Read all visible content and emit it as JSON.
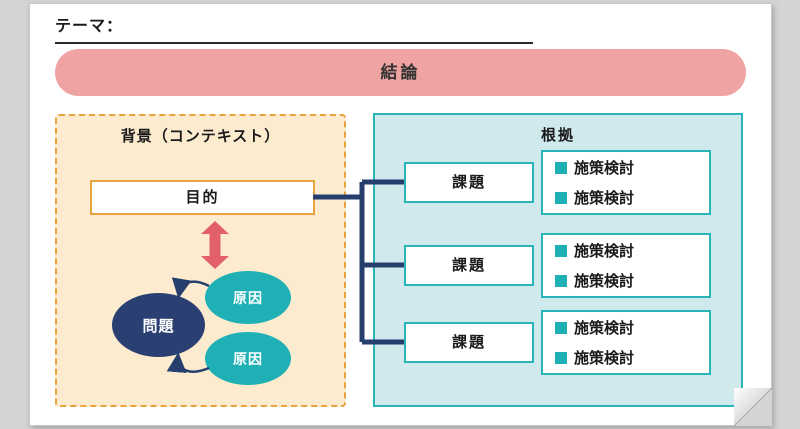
{
  "theme": {
    "label": "テーマ："
  },
  "conclusion": {
    "label": "結論"
  },
  "background_panel": {
    "title": "背景（コンテキスト）",
    "purpose": "目的",
    "problem": "問題",
    "causes": [
      "原因",
      "原因"
    ]
  },
  "evidence_panel": {
    "title": "根拠",
    "rows": [
      {
        "issue": "課題",
        "actions": [
          "施策検討",
          "施策検討"
        ]
      },
      {
        "issue": "課題",
        "actions": [
          "施策検討",
          "施策検討"
        ]
      },
      {
        "issue": "課題",
        "actions": [
          "施策検討",
          "施策検討"
        ]
      }
    ]
  },
  "colors": {
    "page_background": "#d4d4d4",
    "conclusion_bg": "#f0a3a3",
    "background_panel_bg": "#fdebcf",
    "background_panel_border": "#e8a33d",
    "evidence_panel_bg": "#cfe9ed",
    "teal": "#1fb0b6",
    "navy": "#2a4073",
    "connector": "#253e6e",
    "arrow_red": "#e2606a"
  }
}
